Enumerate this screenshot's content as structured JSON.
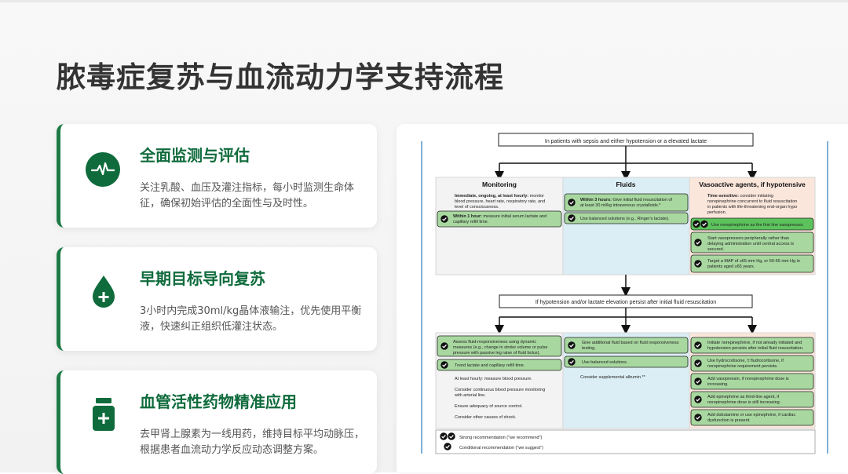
{
  "title": "脓毒症复苏与血流动力学支持流程",
  "colors": {
    "accent": "#0f6b3c",
    "card_border": "#1d7a46",
    "rec_green": "#a8d8a0"
  },
  "cards": [
    {
      "title": "全面监测与评估",
      "icon": "heart-monitor-icon",
      "desc": "关注乳酸、血压及灌注指标，每小时监测生命体征，确保初始评估的全面性与及时性。"
    },
    {
      "title": "早期目标导向复苏",
      "icon": "droplet-plus-icon",
      "desc": "3小时内完成30ml/kg晶体液输注，优先使用平衡液，快速纠正组织低灌注状态。"
    },
    {
      "title": "血管活性药物精准应用",
      "icon": "medicine-bottle-icon",
      "desc": "去甲肾上腺素为一线用药，维持目标平均动脉压，根据患者血流动力学反应动态调整方案。"
    }
  ],
  "flowchart": {
    "top_text": "In patients with sepsis and either hypotension or a elevated lactate",
    "columns": [
      "Monitoring",
      "Fluids",
      "Vasoactive agents, if hypotensive"
    ],
    "mon_intro_bold": "Immediate, ongoing, at least hourly:",
    "mon_intro_line1": "monitor",
    "mon_intro_line2": "blood pressure, heart rate, respiratory rate, and",
    "mon_intro_line3": "level of consciousness.",
    "mon_rec_bold": "Within 1 hour:",
    "mon_rec_line1": "measure initial serum lactate and",
    "mon_rec_line2": "capillary refill time.",
    "fl_rec1_bold": "Within 3 hours:",
    "fl_rec1_line1": "Give initial fluid resuscitation of",
    "fl_rec1_line2": "at least 30 ml/kg intravenous crystalloids.*",
    "fl_rec2": "Use balanced solutions (e.g., Ringer's lactate).",
    "va_intro_bold": "Time-sensitive:",
    "va_intro_line1": "consider initiating",
    "va_intro_line2": "norepinephrine concurrent to fluid resuscitation",
    "va_intro_line3": "in patients with life-threatening end-organ hypo",
    "va_intro_line4": "perfusion.",
    "va_rec1": "Use norepinephrine as the first line vasopressor.",
    "va_rec2_line1": "Start vasopressors peripherally rather than",
    "va_rec2_line2": "delaying administration until central access is",
    "va_rec2_line3": "secured.",
    "va_rec3_line1": "Target a MAP of ≥65 mm Hg, or 60-65 mm Hg in",
    "va_rec3_line2": "patients aged ≥65 years.",
    "mid_text": "If hypotension and/or lactate elevation persist after initial fluid resuscitation",
    "mon2_rec1_line1": "Assess fluid-responsiveness using dynamic",
    "mon2_rec1_line2": "measures (e.g., change in stroke volume or pulse",
    "mon2_rec1_line3": "pressure with passive leg raise of fluid bolus).",
    "mon2_rec2": "Trend lactate and capillary refill time.",
    "mon2_t1": "At least hourly: measure blood pressure.",
    "mon2_t2_line1": "Consider continuous blood pressure monitoring",
    "mon2_t2_line2": "with arterial line.",
    "mon2_t3": "Ensure adequacy of source control.",
    "mon2_t4": "Consider other causes of shock.",
    "fl2_rec1_line1": "Give additional fluid based on fluid responsiveness",
    "fl2_rec1_line2": "testing.",
    "fl2_rec2": "Use balanced solutions.",
    "fl2_t1": "Consider supplemental albumin.**",
    "va2_rec1_line1": "Initiate norepinephrine, if not already initiated and",
    "va2_rec1_line2": "hypotension persists after initial fluid resuscitation.",
    "va2_rec2_line1": "Use hydrocortisone, ± fludrocortisone, if",
    "va2_rec2_line2": "norepinephrine requirement persists.",
    "va2_rec3_line1": "Add vasopressin, if norepinephrine dose is",
    "va2_rec3_line2": "increasing.",
    "va2_rec4_line1": "Add epinephrine as third-line agent, if",
    "va2_rec4_line2": "norepinephrine dose is still increasing.",
    "va2_rec5_line1": "Add dobutamine or use epinephrine, if cardiac",
    "va2_rec5_line2": "dysfunction is present.",
    "legend_strong": "Strong recommendation (\"we recommend\")",
    "legend_cond": "Conditional recommendation (\"we suggest\")"
  }
}
